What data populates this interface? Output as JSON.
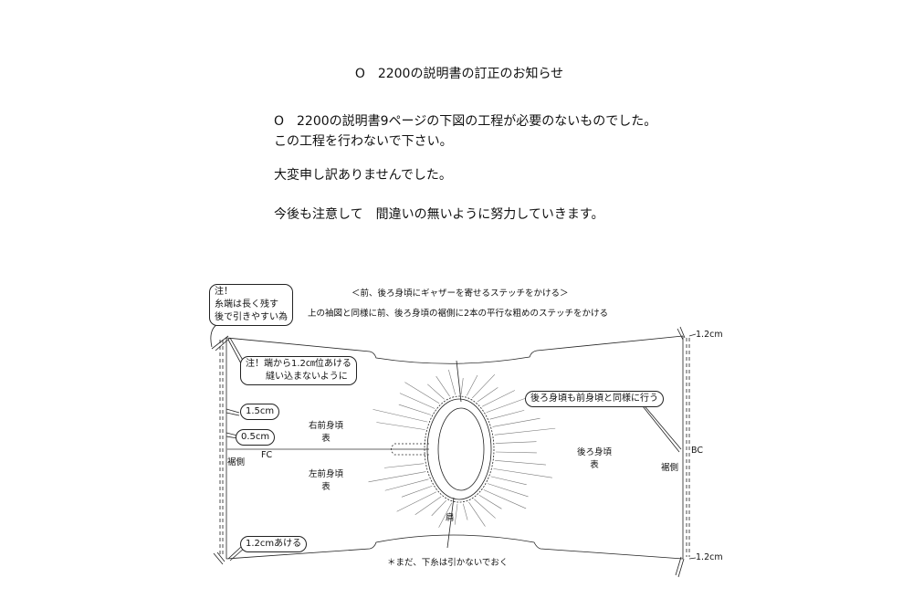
{
  "title": "O　2200の説明書の訂正のお知らせ",
  "body": {
    "line1": "O　2200の説明書9ページの下図の工程が必要のないものでした。",
    "line2": "この工程を行わないで下さい。",
    "line3": "大変申し訳ありませんでした。",
    "line4": "今後も注意して　間違いの無いように努力していきます。"
  },
  "diagram": {
    "heading": "＜前、後ろ身頃にギャザーを寄せるステッチをかける＞",
    "subheading": "上の袖図と同様に前、後ろ身頃の裾側に2本の平行な粗めのステッチをかける",
    "note1": [
      "注！",
      "糸端は長く残す",
      "後で引きやすい為"
    ],
    "note2": [
      "注！端から1.2㎝位あける",
      "縫い込まないように"
    ],
    "note3": "後ろ身頃も前身頃と同様に行う",
    "dim_15": "1.5cm",
    "dim_05": "0.5cm",
    "dim_12_open": "1.2cmあける",
    "dim_12_top": "1.2cm",
    "dim_12_bottom": "1.2cm",
    "hem_left": "裾側",
    "hem_right": "裾側",
    "fc": "FC",
    "bc": "BC",
    "right_front": [
      "右前身頃",
      "表"
    ],
    "left_front": [
      "左前身頃",
      "表"
    ],
    "back": [
      "後ろ身頃",
      "表"
    ],
    "shoulder": "肩",
    "footnote": "＊まだ、下糸は引かないでおく"
  }
}
